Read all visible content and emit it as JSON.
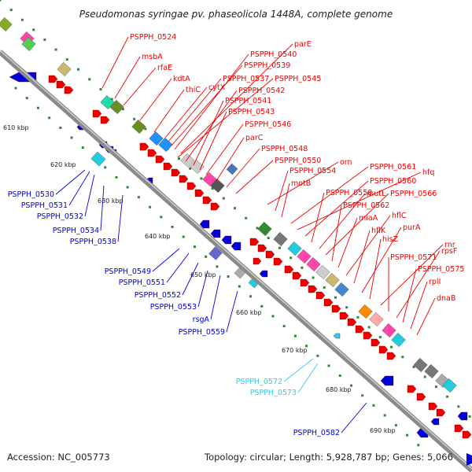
{
  "title": "Pseudomonas syringae pv. phaseolicola 1448A, complete genome",
  "footer": {
    "accession": "Accession: NC_005773",
    "topology": "Topology: circular; Length: 5,928,787 bp; Genes: 5,066"
  },
  "colors": {
    "backbone": "#8a8a8a",
    "forward_gene": "#ee0000",
    "reverse_gene": "#0000dd",
    "rna_gene": "#33ccee",
    "tick_dot": "#2f8a2f"
  },
  "scale_ticks": [
    "610 kbp",
    "620 kbp",
    "630 kbp",
    "640 kbp",
    "650 kbp",
    "660 kbp",
    "670 kbp",
    "680 kbp",
    "690 kbp"
  ],
  "labels_right": [
    "PSPPH_0524",
    "msbA",
    "rfaE",
    "kdtA",
    "thiC",
    "cytX",
    "PSPPH_0537",
    "PSPPH_0539",
    "PSPPH_0540",
    "parE",
    "PSPPH_0545",
    "PSPPH_0542",
    "PSPPH_0541",
    "PSPPH_0543",
    "PSPPH_0546",
    "parC",
    "PSPPH_0548",
    "PSPPH_0550",
    "orn",
    "PSPPH_0554",
    "motB",
    "PSPPH_0561",
    "hfq",
    "PSPPH_0560",
    "PSPPH_0558",
    "mutL",
    "PSPPH_0566",
    "PSPPH_0562",
    "miaA",
    "hflC",
    "hflK",
    "purA",
    "hisZ",
    "rnr",
    "PSPPH_0571",
    "rpsF",
    "PSPPH_0575",
    "rplI",
    "dnaB"
  ],
  "labels_left": [
    "PSPPH_0530",
    "PSPPH_0531",
    "PSPPH_0532",
    "PSPPH_0534",
    "PSPPH_0538",
    "PSPPH_0549",
    "PSPPH_0551",
    "PSPPH_0552",
    "PSPPH_0553",
    "rsgA",
    "PSPPH_0559",
    "PSPPH_0582"
  ],
  "labels_rna": [
    "PSPPH_0572",
    "PSPPH_0573"
  ]
}
